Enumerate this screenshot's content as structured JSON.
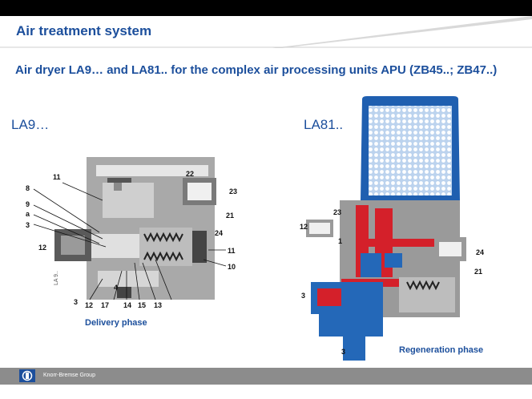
{
  "slide": {
    "title": "Air treatment system",
    "subtitle": "Air dryer LA9…  and LA81.. for the complex air processing units APU (ZB45..; ZB47..)"
  },
  "diagrams": {
    "la9": {
      "label": "LA9…",
      "caption": "Delivery phase",
      "side_text": "LA 9..",
      "ports": [
        "8",
        "9",
        "a",
        "3",
        "12",
        "11",
        "22",
        "23",
        "21",
        "24",
        "11",
        "10",
        "3",
        "4",
        "12",
        "17",
        "14",
        "15",
        "13"
      ]
    },
    "la81": {
      "label": "LA81..",
      "caption": "Regeneration phase",
      "ports": [
        "23",
        "12",
        "1",
        "24",
        "21",
        "3",
        "3"
      ]
    }
  },
  "footer": {
    "company": "Knorr-Bremse Group"
  },
  "colors": {
    "title": "#1c4f9c",
    "footer": "#8c8c8c",
    "header_bar": "#000000",
    "air_red": "#d4202a",
    "housing_blue": "#2468b8",
    "body_grey": "#9a9a9a"
  },
  "icons": {
    "logo": "knorr-bremse-logo"
  }
}
